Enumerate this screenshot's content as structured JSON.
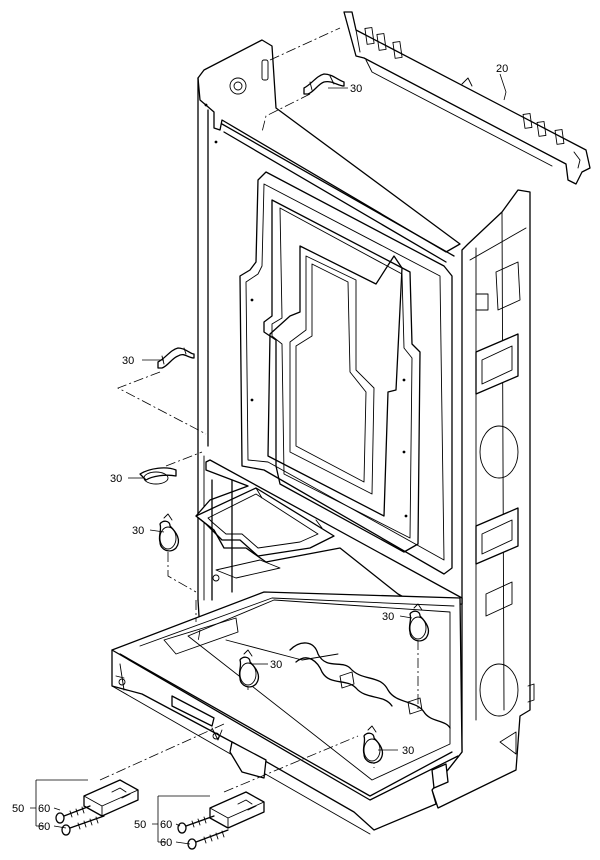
{
  "diagram": {
    "callouts": {
      "rear_rail": "20",
      "clip_top": "30",
      "clip_left_upper": "30",
      "clip_left_middle": "30",
      "clip_left_lower": "30",
      "clip_floor_center": "30",
      "clip_floor_right": "30",
      "clip_floor_front": "30",
      "bracket_left": "50",
      "screw_left_a": "60",
      "screw_left_b": "60",
      "bracket_right": "50",
      "screw_right_a": "60",
      "screw_right_b": "60"
    }
  }
}
